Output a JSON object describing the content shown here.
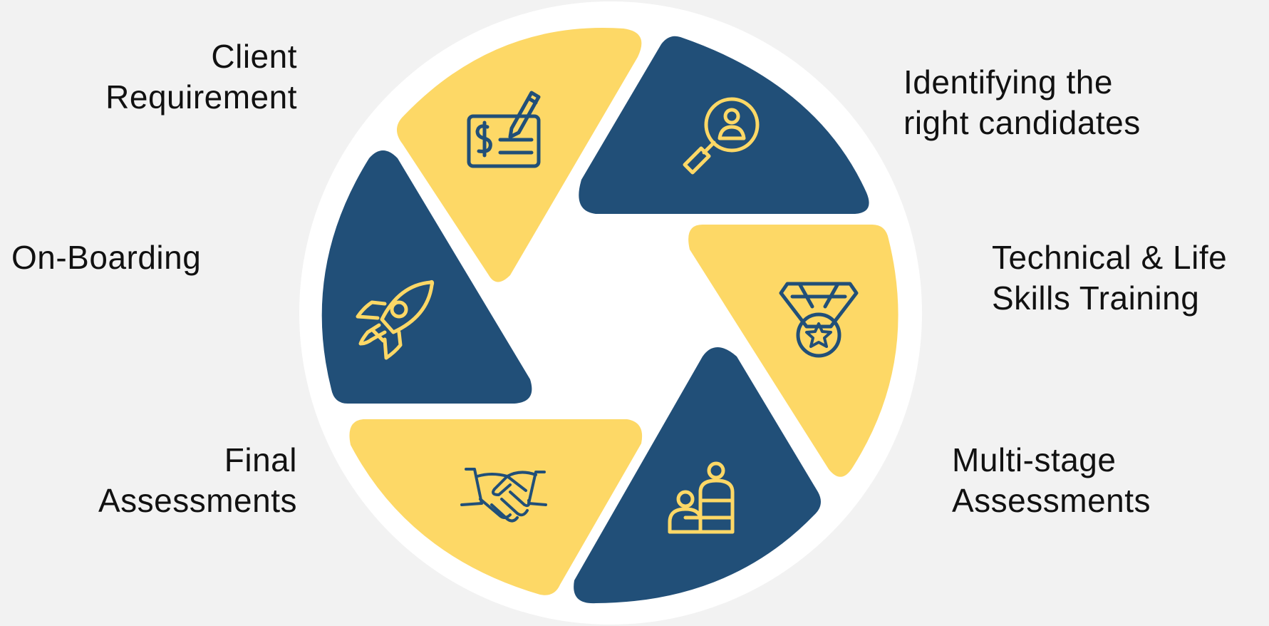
{
  "colors": {
    "background": "#f2f2f2",
    "ring": "#ffffff",
    "navy": "#214f78",
    "yellow": "#fdd866"
  },
  "steps": [
    {
      "label": "Client\nRequirement",
      "icon": "cheque-signature-icon",
      "color": "yellow"
    },
    {
      "label": "Identifying the\nright candidates",
      "icon": "candidate-search-icon",
      "color": "navy"
    },
    {
      "label": "Technical & Life\nSkills Training",
      "icon": "medal-icon",
      "color": "yellow"
    },
    {
      "label": "Multi-stage\nAssessments",
      "icon": "interview-icon",
      "color": "navy"
    },
    {
      "label": "Final\nAssessments",
      "icon": "handshake-icon",
      "color": "yellow"
    },
    {
      "label": "On-Boarding",
      "icon": "rocket-icon",
      "color": "navy"
    }
  ]
}
